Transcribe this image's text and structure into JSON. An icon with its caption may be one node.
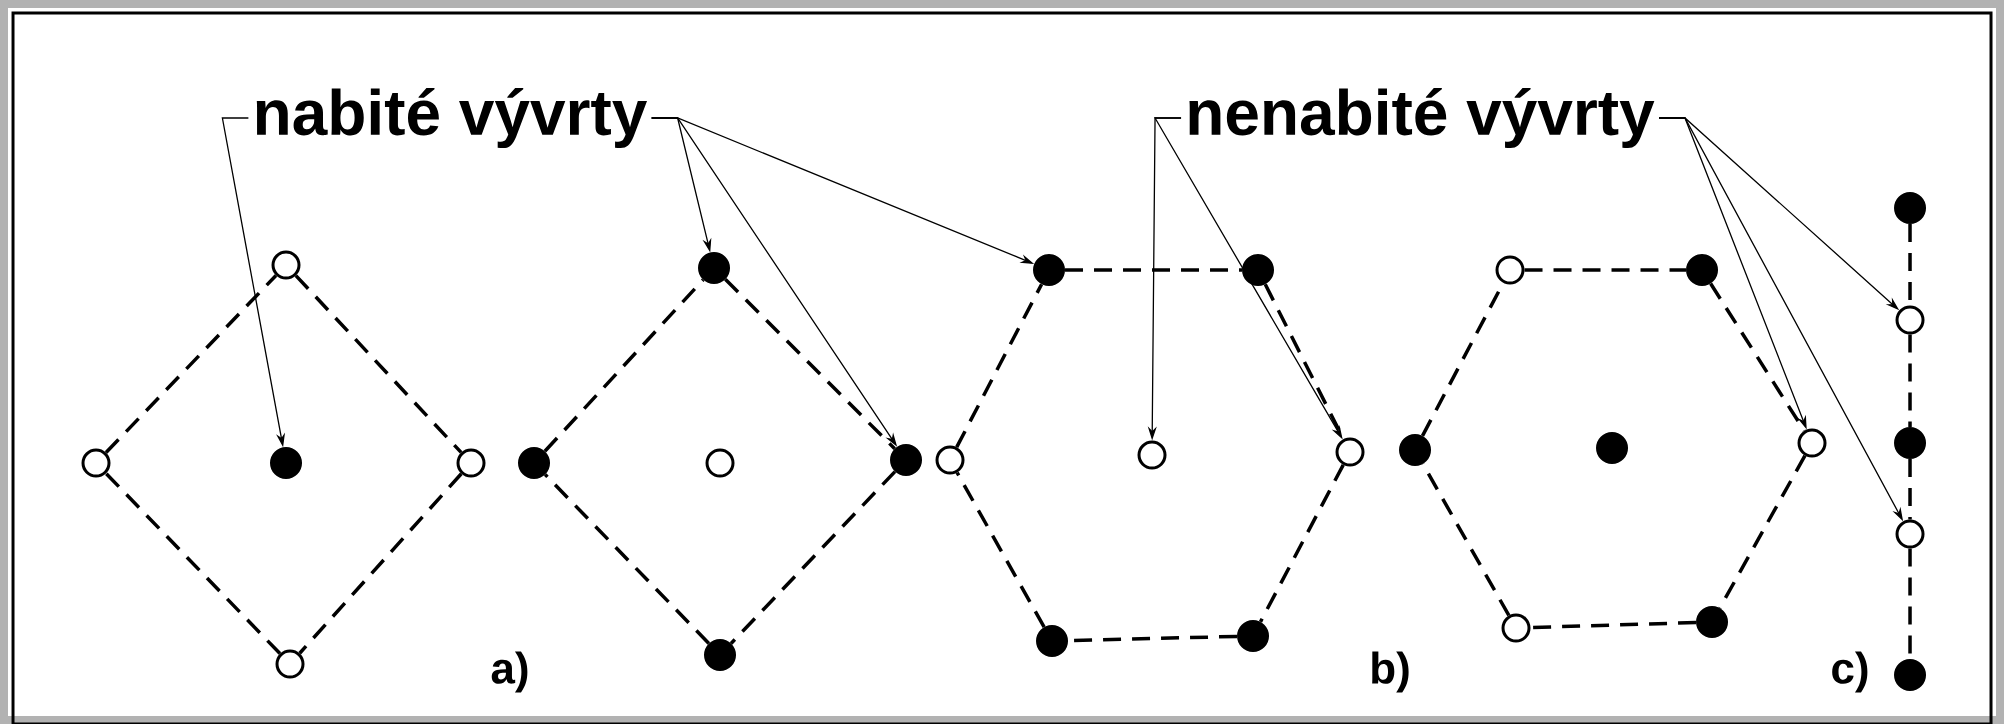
{
  "diagram": {
    "nodes": [
      {
        "text": [
          "nabité vývrty"
        ]
      },
      {
        "text": [
          "nenabité vývrty"
        ]
      },
      {
        "text": [],
        "shape": "circle"
      },
      {
        "text": [],
        "shape": "circle"
      },
      {
        "text": [],
        "shape": "dot"
      },
      {
        "text": [],
        "shape": "circle"
      },
      {
        "text": [],
        "shape": "circle"
      },
      {
        "text": [],
        "shape": "dot"
      },
      {
        "text": [],
        "shape": "dot"
      },
      {
        "text": [],
        "shape": "circle"
      },
      {
        "text": [],
        "shape": "dot"
      },
      {
        "text": [],
        "shape": "dot"
      },
      {
        "text": [],
        "shape": "circle"
      },
      {
        "text": [],
        "shape": "dot"
      },
      {
        "text": [],
        "shape": "dot"
      },
      {
        "text": [],
        "shape": "circle"
      },
      {
        "text": [],
        "shape": "dot"
      },
      {
        "text": [],
        "shape": "dot"
      },
      {
        "text": [],
        "shape": "circle"
      },
      {
        "text": [],
        "shape": "dot"
      },
      {
        "text": [],
        "shape": "circle"
      },
      {
        "text": [],
        "shape": "circle"
      },
      {
        "text": [],
        "shape": "dot"
      },
      {
        "text": [],
        "shape": "dot"
      },
      {
        "text": [],
        "shape": "dot"
      },
      {
        "text": [],
        "shape": "circle"
      },
      {
        "text": [],
        "shape": "dot"
      },
      {
        "text": [],
        "shape": "circle"
      },
      {
        "text": [],
        "shape": "dot"
      },
      {
        "text": [],
        "shape": "circle"
      },
      {
        "text": [],
        "shape": "dot"
      }
    ],
    "edges": [
      {
        "from": 2,
        "to": 3,
        "arrow": "none",
        "style": "dashed"
      },
      {
        "from": 3,
        "to": 6,
        "arrow": "none",
        "style": "dashed"
      },
      {
        "from": 6,
        "to": 5,
        "arrow": "none",
        "style": "dashed"
      },
      {
        "from": 5,
        "to": 2,
        "arrow": "none",
        "style": "dashed"
      },
      {
        "from": 7,
        "to": 8,
        "arrow": "none",
        "style": "dashed"
      },
      {
        "from": 8,
        "to": 11,
        "arrow": "none",
        "style": "dashed"
      },
      {
        "from": 11,
        "to": 10,
        "arrow": "none",
        "style": "dashed"
      },
      {
        "from": 10,
        "to": 7,
        "arrow": "none",
        "style": "dashed"
      },
      {
        "from": 12,
        "to": 13,
        "arrow": "none",
        "style": "dashed"
      },
      {
        "from": 13,
        "to": 16,
        "arrow": "none",
        "style": "dashed"
      },
      {
        "from": 16,
        "to": 18,
        "arrow": "none",
        "style": "dashed"
      },
      {
        "from": 18,
        "to": 17,
        "arrow": "none",
        "style": "dashed"
      },
      {
        "from": 17,
        "to": 14,
        "arrow": "none",
        "style": "dashed"
      },
      {
        "from": 14,
        "to": 12,
        "arrow": "none",
        "style": "dashed"
      },
      {
        "from": 19,
        "to": 20,
        "arrow": "none",
        "style": "dashed"
      },
      {
        "from": 20,
        "to": 23,
        "arrow": "none",
        "style": "dashed"
      },
      {
        "from": 23,
        "to": 25,
        "arrow": "none",
        "style": "dashed"
      },
      {
        "from": 25,
        "to": 24,
        "arrow": "none",
        "style": "dashed"
      },
      {
        "from": 24,
        "to": 21,
        "arrow": "none",
        "style": "dashed"
      },
      {
        "from": 21,
        "to": 19,
        "arrow": "none",
        "style": "dashed"
      },
      {
        "from": 26,
        "to": 27,
        "arrow": "none",
        "style": "dashed"
      },
      {
        "from": 27,
        "to": 28,
        "arrow": "none",
        "style": "dashed"
      },
      {
        "from": 28,
        "to": 29,
        "arrow": "none",
        "style": "dashed"
      },
      {
        "from": 29,
        "to": 30,
        "arrow": "none",
        "style": "dashed"
      },
      {
        "from": 0,
        "to": 4,
        "arrow": "to"
      },
      {
        "from": 0,
        "to": 8,
        "arrow": "to"
      },
      {
        "from": 0,
        "to": 11,
        "arrow": "to"
      },
      {
        "from": 0,
        "to": 13,
        "arrow": "to"
      },
      {
        "from": 1,
        "to": 15,
        "arrow": "to"
      },
      {
        "from": 1,
        "to": 18,
        "arrow": "to"
      },
      {
        "from": 1,
        "to": 25,
        "arrow": "to"
      },
      {
        "from": 1,
        "to": 27,
        "arrow": "to"
      },
      {
        "from": 1,
        "to": 29,
        "arrow": "to"
      }
    ],
    "labels": [
      "a)",
      "b)",
      "c)"
    ]
  }
}
